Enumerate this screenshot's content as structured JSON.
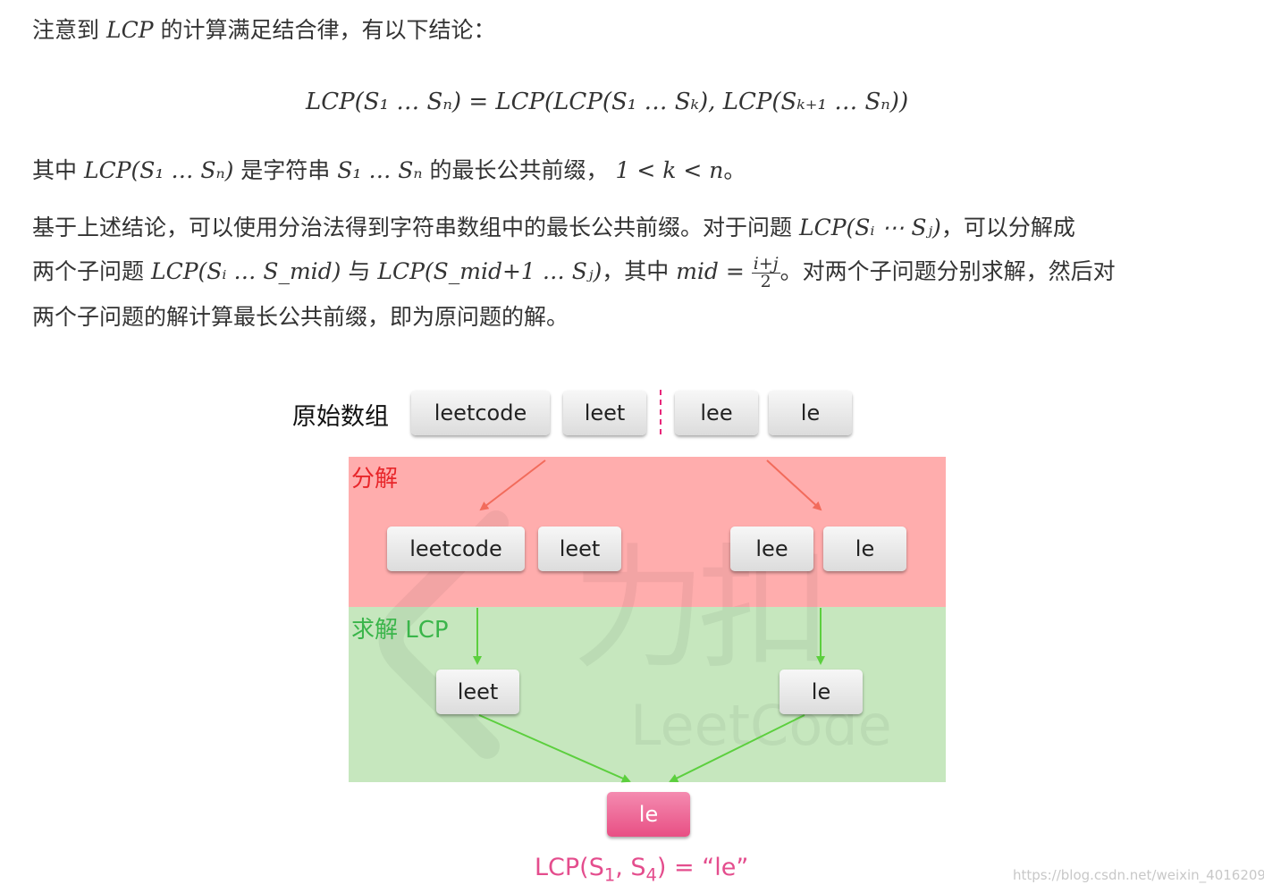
{
  "paragraphs": {
    "p1_a": "注意到",
    "p1_lcp": "LCP",
    "p1_b": "的计算满足结合律，有以下结论：",
    "formula": "LCP(S₁ … Sₙ) = LCP(LCP(S₁ … Sₖ), LCP(Sₖ₊₁ … Sₙ))",
    "p2_a": "其中",
    "p2_expr": "LCP(S₁ … Sₙ)",
    "p2_b": "是字符串",
    "p2_seq": "S₁ … Sₙ",
    "p2_c": "的最长公共前缀，",
    "p2_ineq": "1 < k < n",
    "p2_d": "。",
    "p3_a": "基于上述结论，可以使用分治法得到字符串数组中的最长公共前缀。对于问题",
    "p3_expr": "LCP(Sᵢ ⋯ Sⱼ)",
    "p3_b": "，可以分解成",
    "p4_a": "两个子问题",
    "p4_expr1": "LCP(Sᵢ … S_mid)",
    "p4_b": "与",
    "p4_expr2": "LCP(S_mid+1 … Sⱼ)",
    "p4_c": "，其中",
    "p4_mid": "mid =",
    "p4_num": "i+j",
    "p4_den": "2",
    "p4_d": "。对两个子问题分别求解，然后对",
    "p5": "两个子问题的解计算最长公共前缀，即为原问题的解。"
  },
  "diagram": {
    "original_label": "原始数组",
    "original": [
      "leetcode",
      "leet",
      "lee",
      "le"
    ],
    "divide_label": "分解",
    "divided": [
      "leetcode",
      "leet",
      "lee",
      "le"
    ],
    "solve_label": "求解 LCP",
    "solved": [
      "leet",
      "le"
    ],
    "result": "le",
    "formula_lcp": "LCP(S",
    "formula_sub1": "1",
    "formula_mid": ", S",
    "formula_sub2": "4",
    "formula_end": ")  = “le”",
    "watermark_cn": "力扣",
    "watermark_en": "LeetCode",
    "colors": {
      "divide_bg": "#ffadad",
      "solve_bg": "#c6e7be",
      "divide_text": "#e8262a",
      "solve_text": "#3ab54a",
      "result_bg": "#ef5f8f",
      "formula_text": "#e44d8d"
    }
  },
  "footer": {
    "credit": "https://blog.csdn.net/weixin_40162095"
  }
}
